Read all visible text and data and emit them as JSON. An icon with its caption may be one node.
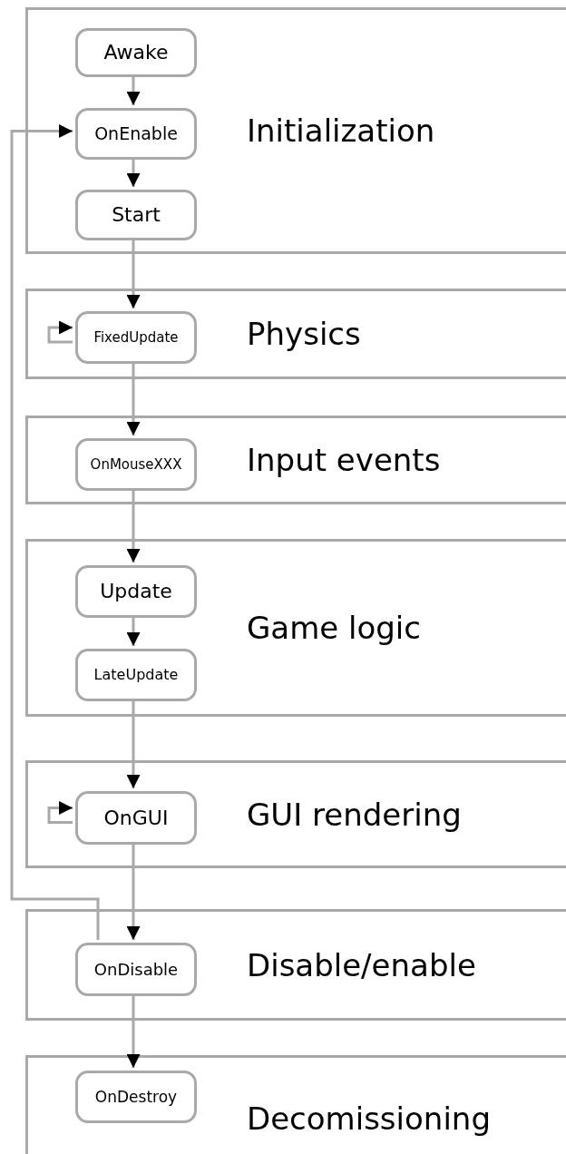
{
  "diagram": {
    "nodes": [
      {
        "text": [
          "Initialization"
        ]
      },
      {
        "text": [
          "Awake"
        ],
        "in": 0
      },
      {
        "text": [
          "OnEnable"
        ],
        "in": 0
      },
      {
        "text": [
          "Start"
        ],
        "in": 0
      },
      {
        "text": [
          "Physics"
        ]
      },
      {
        "text": [
          "FixedUpdate"
        ],
        "in": 4
      },
      {
        "text": [
          "Input events"
        ]
      },
      {
        "text": [
          "OnMouseXXX"
        ],
        "in": 6
      },
      {
        "text": [
          "Game logic"
        ]
      },
      {
        "text": [
          "Update"
        ],
        "in": 8
      },
      {
        "text": [
          "LateUpdate"
        ],
        "in": 8
      },
      {
        "text": [
          "GUI rendering"
        ]
      },
      {
        "text": [
          "OnGUI"
        ],
        "in": 11
      },
      {
        "text": [
          "Disable/enable"
        ]
      },
      {
        "text": [
          "OnDisable"
        ],
        "in": 13
      },
      {
        "text": [
          "Decomissioning"
        ]
      },
      {
        "text": [
          "OnDestroy"
        ],
        "in": 15
      }
    ],
    "edges": [
      {
        "from": 1,
        "to": 2,
        "arrow": "to"
      },
      {
        "from": 2,
        "to": 3,
        "arrow": "to"
      },
      {
        "from": 3,
        "to": 5,
        "arrow": "to"
      },
      {
        "from": 5,
        "to": 5,
        "arrow": "to"
      },
      {
        "from": 5,
        "to": 7,
        "arrow": "to"
      },
      {
        "from": 7,
        "to": 9,
        "arrow": "to"
      },
      {
        "from": 9,
        "to": 10,
        "arrow": "to"
      },
      {
        "from": 10,
        "to": 12,
        "arrow": "to"
      },
      {
        "from": 12,
        "to": 12,
        "arrow": "to"
      },
      {
        "from": 12,
        "to": 14,
        "arrow": "to"
      },
      {
        "from": 14,
        "to": 2,
        "arrow": "to"
      },
      {
        "from": 14,
        "to": 16,
        "arrow": "to"
      }
    ]
  }
}
